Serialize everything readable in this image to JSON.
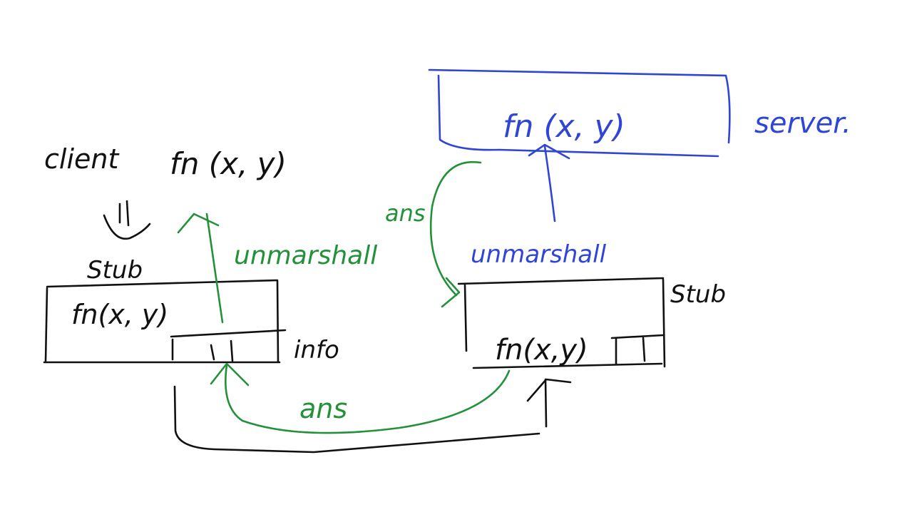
{
  "labels": {
    "client": "client",
    "client_call": "fn (x, y)",
    "client_stub": "Stub",
    "client_stub_fn": "fn(x, y)",
    "info": "info",
    "server_fn": "fn (x, y)",
    "server": "server.",
    "server_stub": "Stub",
    "server_stub_fn": "fn(x,y)",
    "unmarshall_server": "unmarshall",
    "unmarshall_client": "unmarshall",
    "ans_top": "ans",
    "ans_bottom": "ans"
  },
  "colors": {
    "black_ink": "#111111",
    "blue_ink": "#2f45d6",
    "green_ink": "#23913a",
    "background": "#ffffff"
  }
}
